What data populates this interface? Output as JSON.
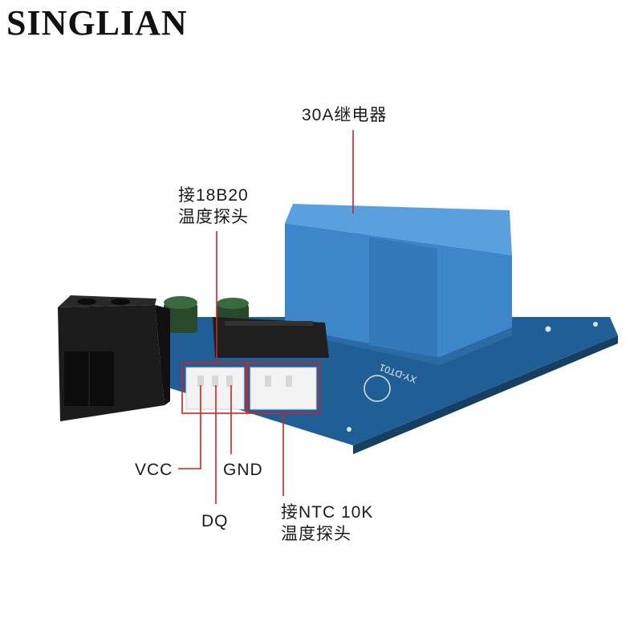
{
  "brand": "SINGLIAN",
  "board_silkscreen": "XY-DT01",
  "colors": {
    "annotation_line": "#d42020",
    "relay_blue": "#3d86c9",
    "pcb_blue": "#1f5f96",
    "terminal_black": "#1c1c1c"
  },
  "labels": {
    "relay": "30A继电器",
    "ds18b20_line1": "接18B20",
    "ds18b20_line2": "温度探头",
    "vcc": "VCC",
    "gnd": "GND",
    "dq": "DQ",
    "ntc_line1": "接NTC 10K",
    "ntc_line2": "温度探头"
  }
}
